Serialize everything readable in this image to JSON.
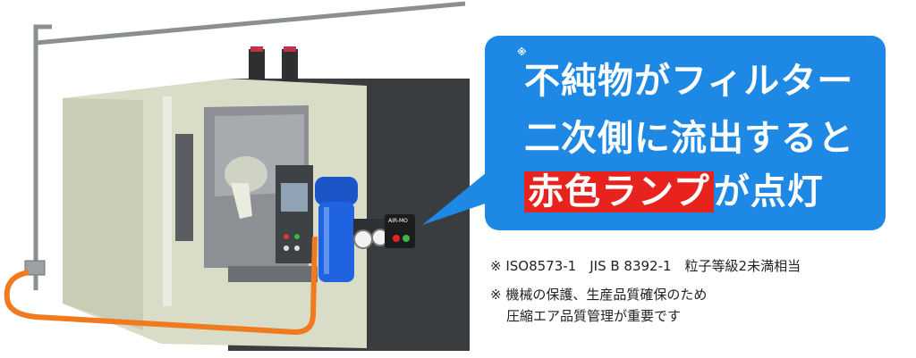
{
  "callout": {
    "asterisk": "※",
    "line1": "不純物がフィルター",
    "line2": "二次側に流出すると",
    "line3_highlight": "赤色ランプ",
    "line3_rest": "が点灯",
    "bg_color": "#1e88e5",
    "highlight_color": "#e8231e"
  },
  "notes": {
    "note1": "※ ISO8573-1　JIS B 8392-1　粒子等級2未満相当",
    "note2_line1": "※ 機械の保護、生産品質確保のため",
    "note2_line2": "圧縮エア品質管理が重要です"
  },
  "device": {
    "sensor_label": "AIR-MO"
  },
  "colors": {
    "machine_body": "#d9ddc8",
    "machine_dark": "#3a3d40",
    "filter_blue": "#1a56c8",
    "hose_orange": "#f07a1e"
  }
}
